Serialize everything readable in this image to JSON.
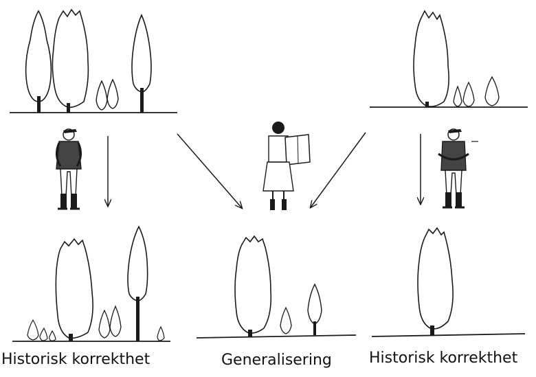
{
  "captions": {
    "left": "Historisk korrekthet",
    "middle": "Generalisering",
    "right": "Historisk korrekthet"
  },
  "colors": {
    "ink": "#1a1a1a",
    "paper": "#ffffff"
  },
  "icons": {
    "figure_left": "man-figure-icon",
    "figure_middle": "woman-reading-map-icon",
    "figure_right": "man-figure-icon"
  }
}
